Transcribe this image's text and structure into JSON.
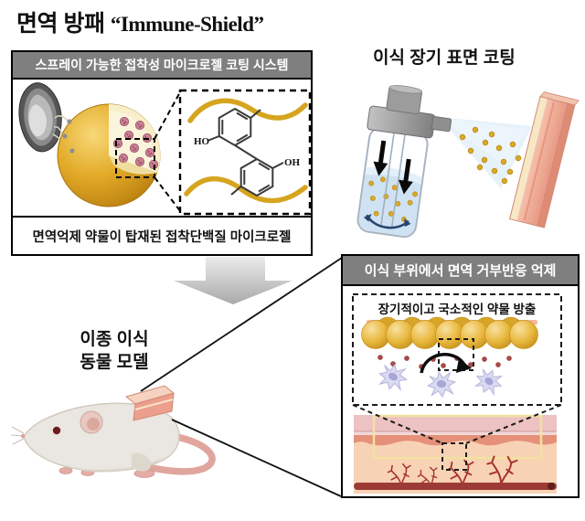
{
  "title": {
    "ko": "면역 방패 ",
    "en": "“Immune-Shield”"
  },
  "left_panel": {
    "header": "스프레이 가능한 접착성 마이크로젤 코팅 시스템",
    "caption": "면역억제 약물이 탑재된 접착단백질 마이크로젤",
    "chem": {
      "ho": "HO",
      "oh": "OH"
    }
  },
  "spray_section": {
    "title": "이식 장기 표면 코팅"
  },
  "animal_section": {
    "line1": "이종 이식",
    "line2": "동물 모델"
  },
  "right_panel": {
    "header": "이식 부위에서 면역 거부반응 억제",
    "inner_title": "장기적이고 국소적인 약물 방출"
  },
  "colors": {
    "panel_header_bg": "#7f7f7f",
    "panel_header_text": "#ffffff",
    "microgel_gold": "#dca62e",
    "drug_particle_pink": "#c77b8b",
    "polymer_gold": "#d6a51f",
    "spray_liquid_blue": "#cfe2f4",
    "spray_droplet_gold": "#d9a928",
    "tissue_salmon": "#ef9f8c",
    "immune_cell_lavender": "#d9d9f0",
    "vessel_red": "#a5322a",
    "coating_outline_yellow": "#f2e1a0",
    "arrow_gray": "#b3b3b3"
  }
}
